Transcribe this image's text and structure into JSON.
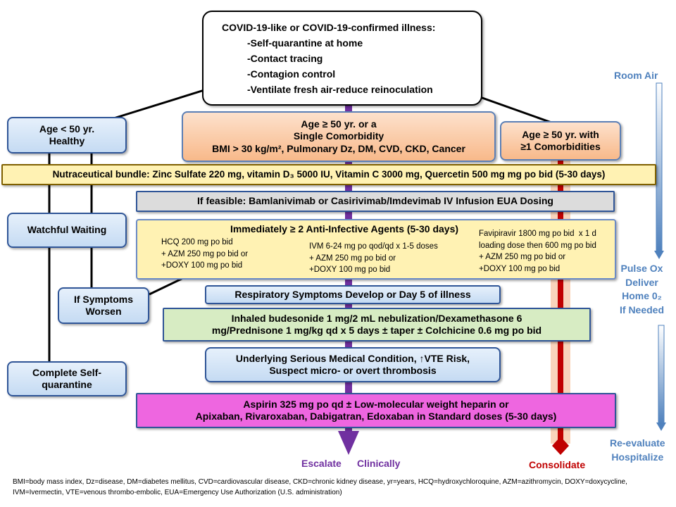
{
  "top_box": {
    "heading": "COVID-19-like or COVID-19-confirmed illness:",
    "items": [
      "-Self-quarantine at home",
      "-Contact tracing",
      "-Contagion control",
      "-Ventilate fresh air-reduce reinoculation"
    ]
  },
  "age_under_50": "Age < 50 yr.\nHealthy",
  "age_50_single": {
    "line1": "Age ≥ 50 yr. or a",
    "line2": "Single Comorbidity",
    "line3": "BMI > 30 kg/m², Pulmonary Dz, DM, CVD, CKD, Cancer"
  },
  "age_50_multi": "Age ≥ 50 yr. with\n≥1 Comorbidities",
  "nutraceutical": "Nutraceutical bundle: Zinc Sulfate 220 mg, vitamin D₃ 5000 IU, Vitamin C 3000 mg, Quercetin 500 mg mg po bid (5-30 days)",
  "feasible": "If feasible:  Bamlanivimab or Casirivimab/Imdevimab IV Infusion EUA Dosing",
  "watchful": "Watchful Waiting",
  "anti_infective": {
    "heading": "Immediately ≥ 2 Anti-Infective Agents (5-30 days)",
    "hcq": "HCQ 200 mg po bid\n+ AZM 250 mg po bid or\n+DOXY 100 mg po bid",
    "ivm": "IVM 6-24 mg po qod/qd x 1-5 doses\n+ AZM 250 mg po bid or\n+DOXY 100 mg po bid",
    "favipiravir": "Favipiravir 1800 mg po bid  x 1 d\nloading dose then 600 mg po bid\n+ AZM 250 mg po bid or\n+DOXY 100 mg po bid"
  },
  "if_symptoms": "If Symptoms\nWorsen",
  "respiratory": "Respiratory Symptoms Develop or Day 5 of illness",
  "inhaled": "Inhaled budesonide 1 mg/2 mL nebulization/Dexamethasone 6\nmg/Prednisone 1 mg/kg qd x 5 days ± taper ± Colchicine 0.6 mg po bid",
  "complete_quarantine": "Complete Self-\nquarantine",
  "underlying": "Underlying Serious Medical Condition, ↑VTE Risk,\nSuspect micro- or overt thrombosis",
  "aspirin": "Aspirin 325 mg po qd ± Low-molecular weight heparin or\nApixaban, Rivaroxaban, Dabigatran, Edoxaban in Standard doses (5-30 days)",
  "escalate": "Escalate",
  "clinically": "Clinically",
  "consolidate": "Consolidate",
  "room_air": "Room Air",
  "pulse_ox": "Pulse Ox\nDeliver\nHome 0₂\nIf Needed",
  "reevaluate": "Re-evaluate\nHospitalize",
  "footnote": "BMI=body mass index, Dz=disease, DM=diabetes mellitus, CVD=cardiovascular disease, CKD=chronic kidney disease, yr=years, HCQ=hydroxychloroquine, AZM=azithromycin, DOXY=doxycycline, IVM=Ivermectin, VTE=venous thrombo-embolic, EUA=Emergency Use Authorization (U.S. administration)",
  "colors": {
    "escalate_arrow": "#7030a0",
    "consolidate_arrow": "#c00000",
    "side_arrow": "#4f81bd",
    "side_text": "#4f81bd"
  }
}
